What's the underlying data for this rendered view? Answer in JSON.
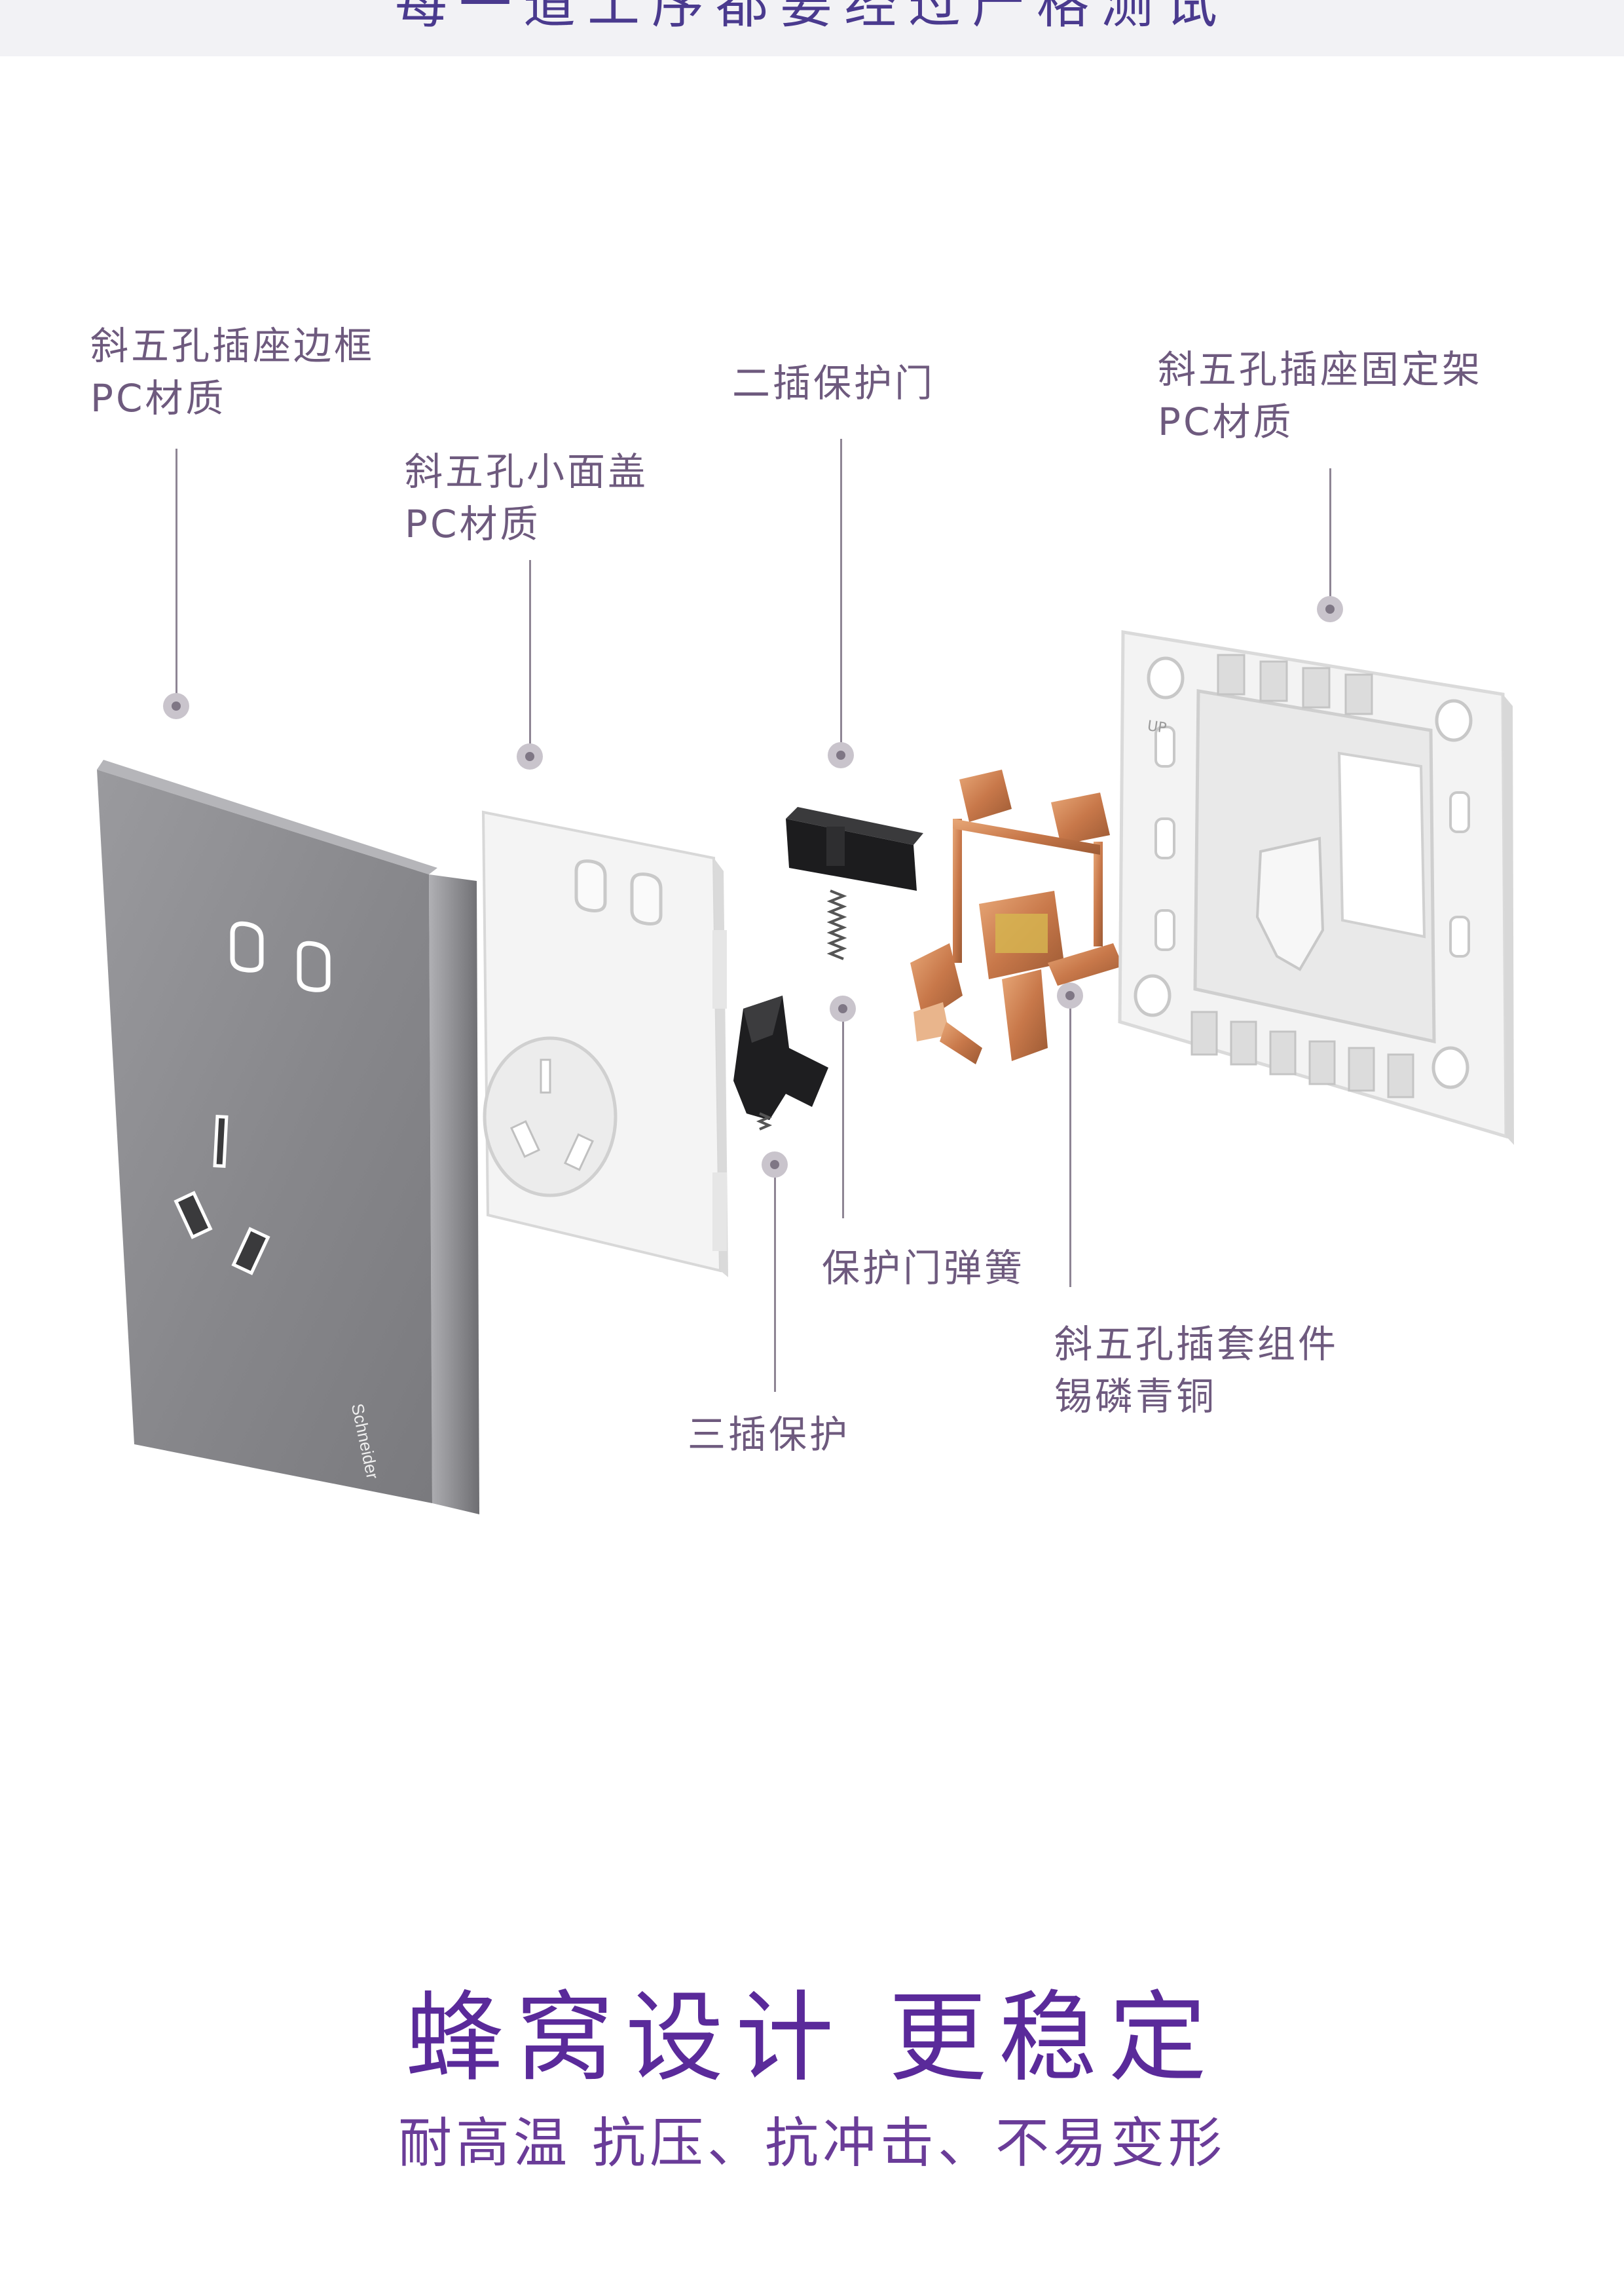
{
  "top_banner": {
    "cut_text": "每一道工序都要经过严格测试"
  },
  "labels": {
    "frame": {
      "line1": "斜五孔插座边框",
      "line2": "PC材质"
    },
    "small_cover": {
      "line1": "斜五孔小面盖",
      "line2": "PC材质"
    },
    "two_pin_door": {
      "line1": "二插保护门"
    },
    "mount_bracket": {
      "line1": "斜五孔插座固定架",
      "line2": "PC材质"
    },
    "door_spring": {
      "line1": "保护门弹簧"
    },
    "sleeve_assembly": {
      "line1": "斜五孔插套组件",
      "line2": "锡磷青铜"
    },
    "three_pin_guard": {
      "line1": "三插保护"
    }
  },
  "product": {
    "brand": "Schneider",
    "bracket_marking": "UP"
  },
  "headline": "蜂窝设计 更稳定",
  "subline": "耐高温 抗压、抗冲击、不易变形",
  "colors": {
    "label_text": "#6e5a7e",
    "headline": "#5a2a9a",
    "frame_gray": "#8c8c90"
  }
}
